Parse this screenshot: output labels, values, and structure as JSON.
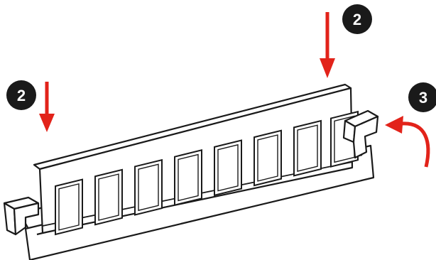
{
  "diagram": {
    "step_badges": [
      {
        "label": "2"
      },
      {
        "label": "2"
      },
      {
        "label": "3"
      }
    ],
    "memory_chip_count": 8,
    "colors": {
      "arrow": "#e2231a",
      "badge": "#1a1a1a",
      "badge_text": "#ffffff",
      "outline": "#1a1a1a",
      "module_fill": "#ffffff",
      "chip_fill": "#ffffff",
      "slot_fill": "#ffffff"
    }
  }
}
